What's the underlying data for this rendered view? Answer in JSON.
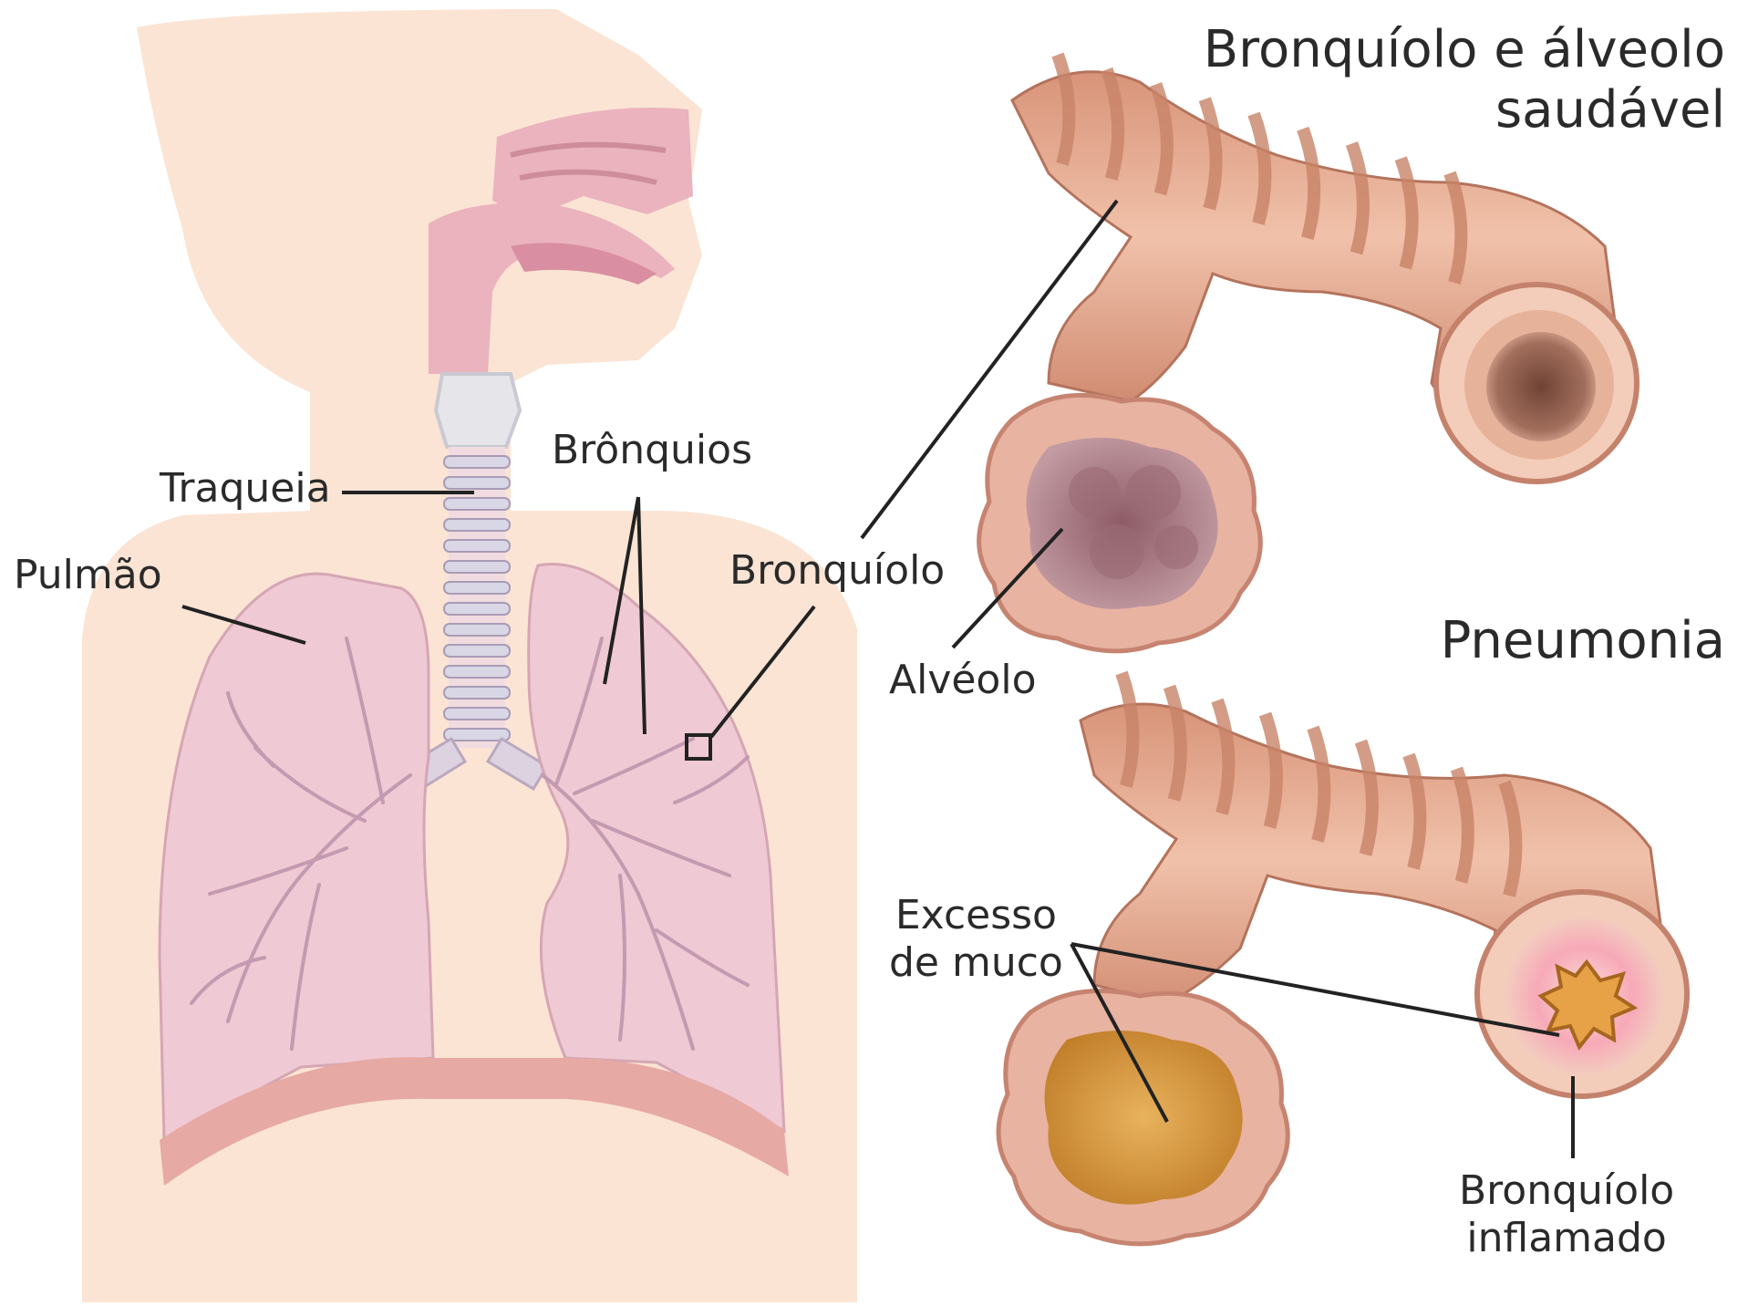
{
  "titles": {
    "healthy": "Bronquíolo e álveolo\nsaudável",
    "pneumonia": "Pneumonia"
  },
  "labels": {
    "traqueia": "Traqueia",
    "pulmao": "Pulmão",
    "bronquios": "Brônquios",
    "bronquiolo": "Bronquíolo",
    "alveolo": "Alvéolo",
    "excesso_muco": "Excesso\nde muco",
    "bronquiolo_inflamado": "Bronquíolo\ninflamado"
  },
  "colors": {
    "skin": "#fbe4d4",
    "lung": "#efc9d3",
    "lung_veins": "#c49ab0",
    "airway": "#e4a98e",
    "airway_band": "#c88468",
    "airway_inner": "#f3cdb9",
    "lumen": "#8f5d4e",
    "alveolus_inner": "#a77a83",
    "mucus": "#d99b3d",
    "inflamed": "#f48aa0",
    "diaphragm": "#e6a9a3",
    "line": "#222222"
  }
}
